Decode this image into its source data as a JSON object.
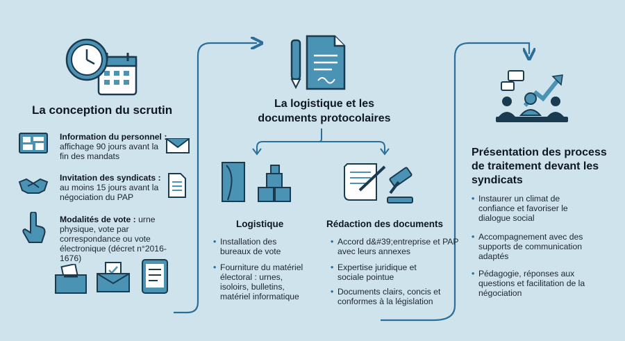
{
  "colors": {
    "background": "#cfe3ec",
    "accent": "#2a6f9a",
    "icon_fill": "#4b93b4",
    "dark": "#1a3a50"
  },
  "col1": {
    "title": "La conception du scrutin",
    "items": [
      {
        "label": "Information du personnel :",
        "text": "affichage 90 jours avant la fin des mandats",
        "icon": "bulletin-board-icon",
        "side_icon": "envelope-icon"
      },
      {
        "label": "Invitation des syndicats :",
        "text": "au moins 15 jours avant la négociation du PAP",
        "icon": "handshake-icon",
        "side_icon": "document-icon"
      },
      {
        "label": "Modalités de vote :",
        "text": "urne physique, vote par correspondance ou vote électronique (décret n°2016-1676)",
        "icon": "finger-tap-icon"
      }
    ],
    "bottom_icons": [
      "ballot-box-icon",
      "mail-ballot-icon",
      "tablet-vote-icon"
    ]
  },
  "col2": {
    "title": "La logistique et les documents protocolaires",
    "logistique": {
      "title": "Logistique",
      "bullets": [
        "Installation des bureaux de vote",
        "Fourniture du matériel électoral : urnes, isoloirs, bulletins, matériel informatique"
      ]
    },
    "redaction": {
      "title": "Rédaction des documents",
      "bullets": [
        "Accord d&#39;entreprise et PAP avec leurs annexes",
        "Expertise juridique et sociale pointue",
        "Documents clairs, concis et conformes à la législation"
      ]
    }
  },
  "col3": {
    "title": "Présentation des process de traitement devant les syndicats",
    "bullets": [
      "Instaurer un climat de confiance et favoriser le dialogue social",
      "Accompagnement avec des supports de communication adaptés",
      "Pédagogie, réponses aux questions et facilitation de la négociation"
    ]
  }
}
